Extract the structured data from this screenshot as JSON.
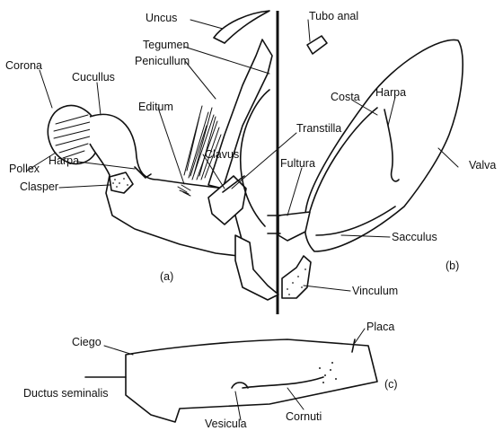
{
  "labels": {
    "uncus": "Uncus",
    "tubo_anal": "Tubo anal",
    "tegumen": "Tegumen",
    "penicullum": "Penicullum",
    "corona": "Corona",
    "cucullus": "Cucullus",
    "editum": "Editum",
    "transtilla": "Transtilla",
    "clavus": "Clavus",
    "pollex": "Pollex",
    "harpa_a": "Harpa",
    "clasper": "Clasper",
    "fultura": "Fultura",
    "harpa_b": "Harpa",
    "costa": "Costa",
    "valva": "Valva",
    "sacculus": "Sacculus",
    "vinculum": "Vinculum",
    "ciego": "Ciego",
    "placa": "Placa",
    "ductus": "Ductus seminalis",
    "vesicula": "Vesicula",
    "cornuti": "Cornuti"
  },
  "panels": {
    "a": "(a)",
    "b": "(b)",
    "c": "(c)"
  }
}
